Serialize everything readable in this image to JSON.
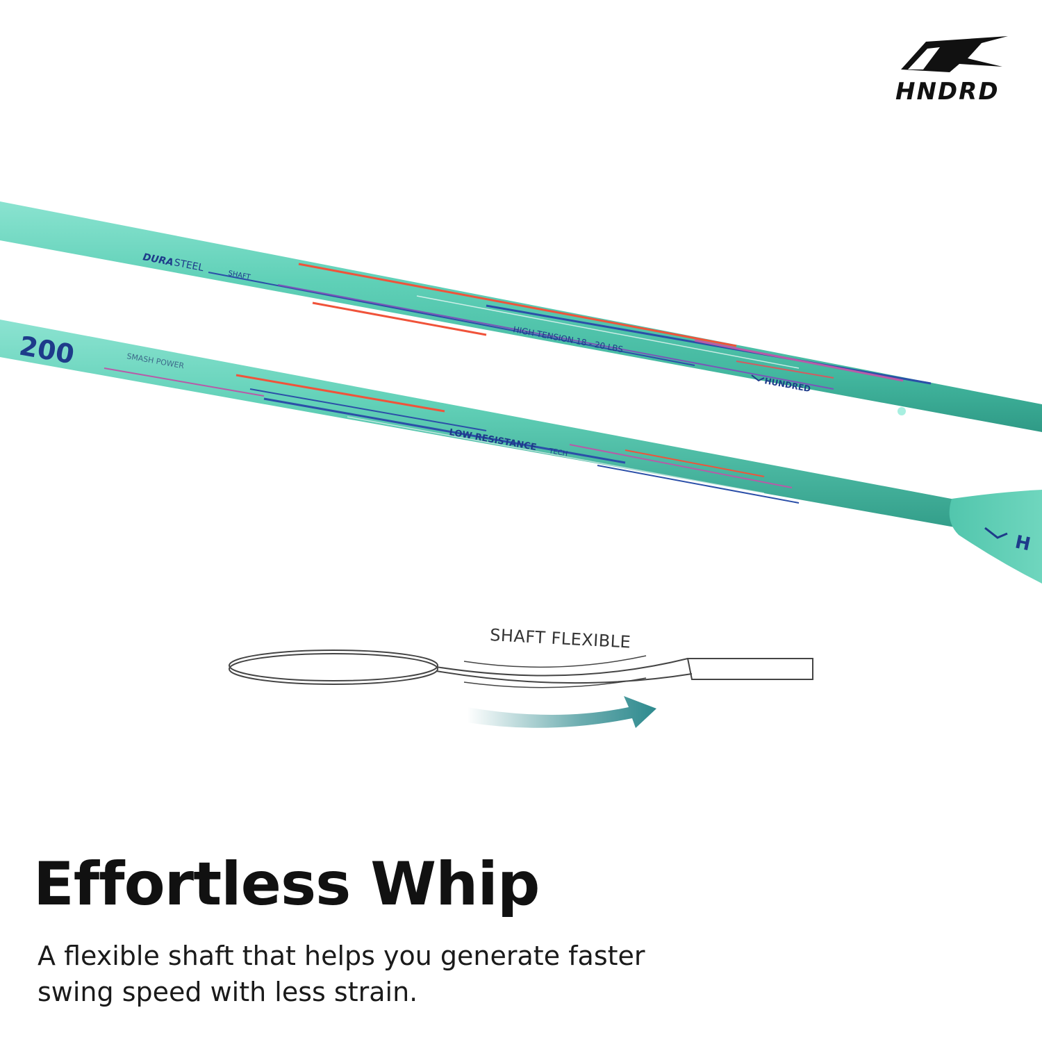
{
  "brand": {
    "logo_text": "HNDRD"
  },
  "shaft_top": {
    "text_dura": "DURA",
    "text_steel": "STEEL",
    "text_shaft": "SHAFT",
    "text_high_tension": "HIGH TENSION   18 - 20 LBS",
    "text_brand": "HUNDRED"
  },
  "shaft_bottom": {
    "text_model": "200",
    "text_smash": "SMASH POWER",
    "text_low_resistance": "LOW RESISTANCE",
    "text_tech": "TECH"
  },
  "diagram": {
    "label": "SHAFT FLEXIBLE"
  },
  "content": {
    "headline": "Effortless Whip",
    "description_line1": "A flexible shaft that helps you generate faster",
    "description_line2": "swing speed with less strain."
  },
  "colors": {
    "shaft_teal": "#5ecfb5",
    "shaft_stripe_red": "#f0533a",
    "shaft_stripe_blue": "#2b4fa8",
    "arrow_teal": "#2e8a8e"
  }
}
